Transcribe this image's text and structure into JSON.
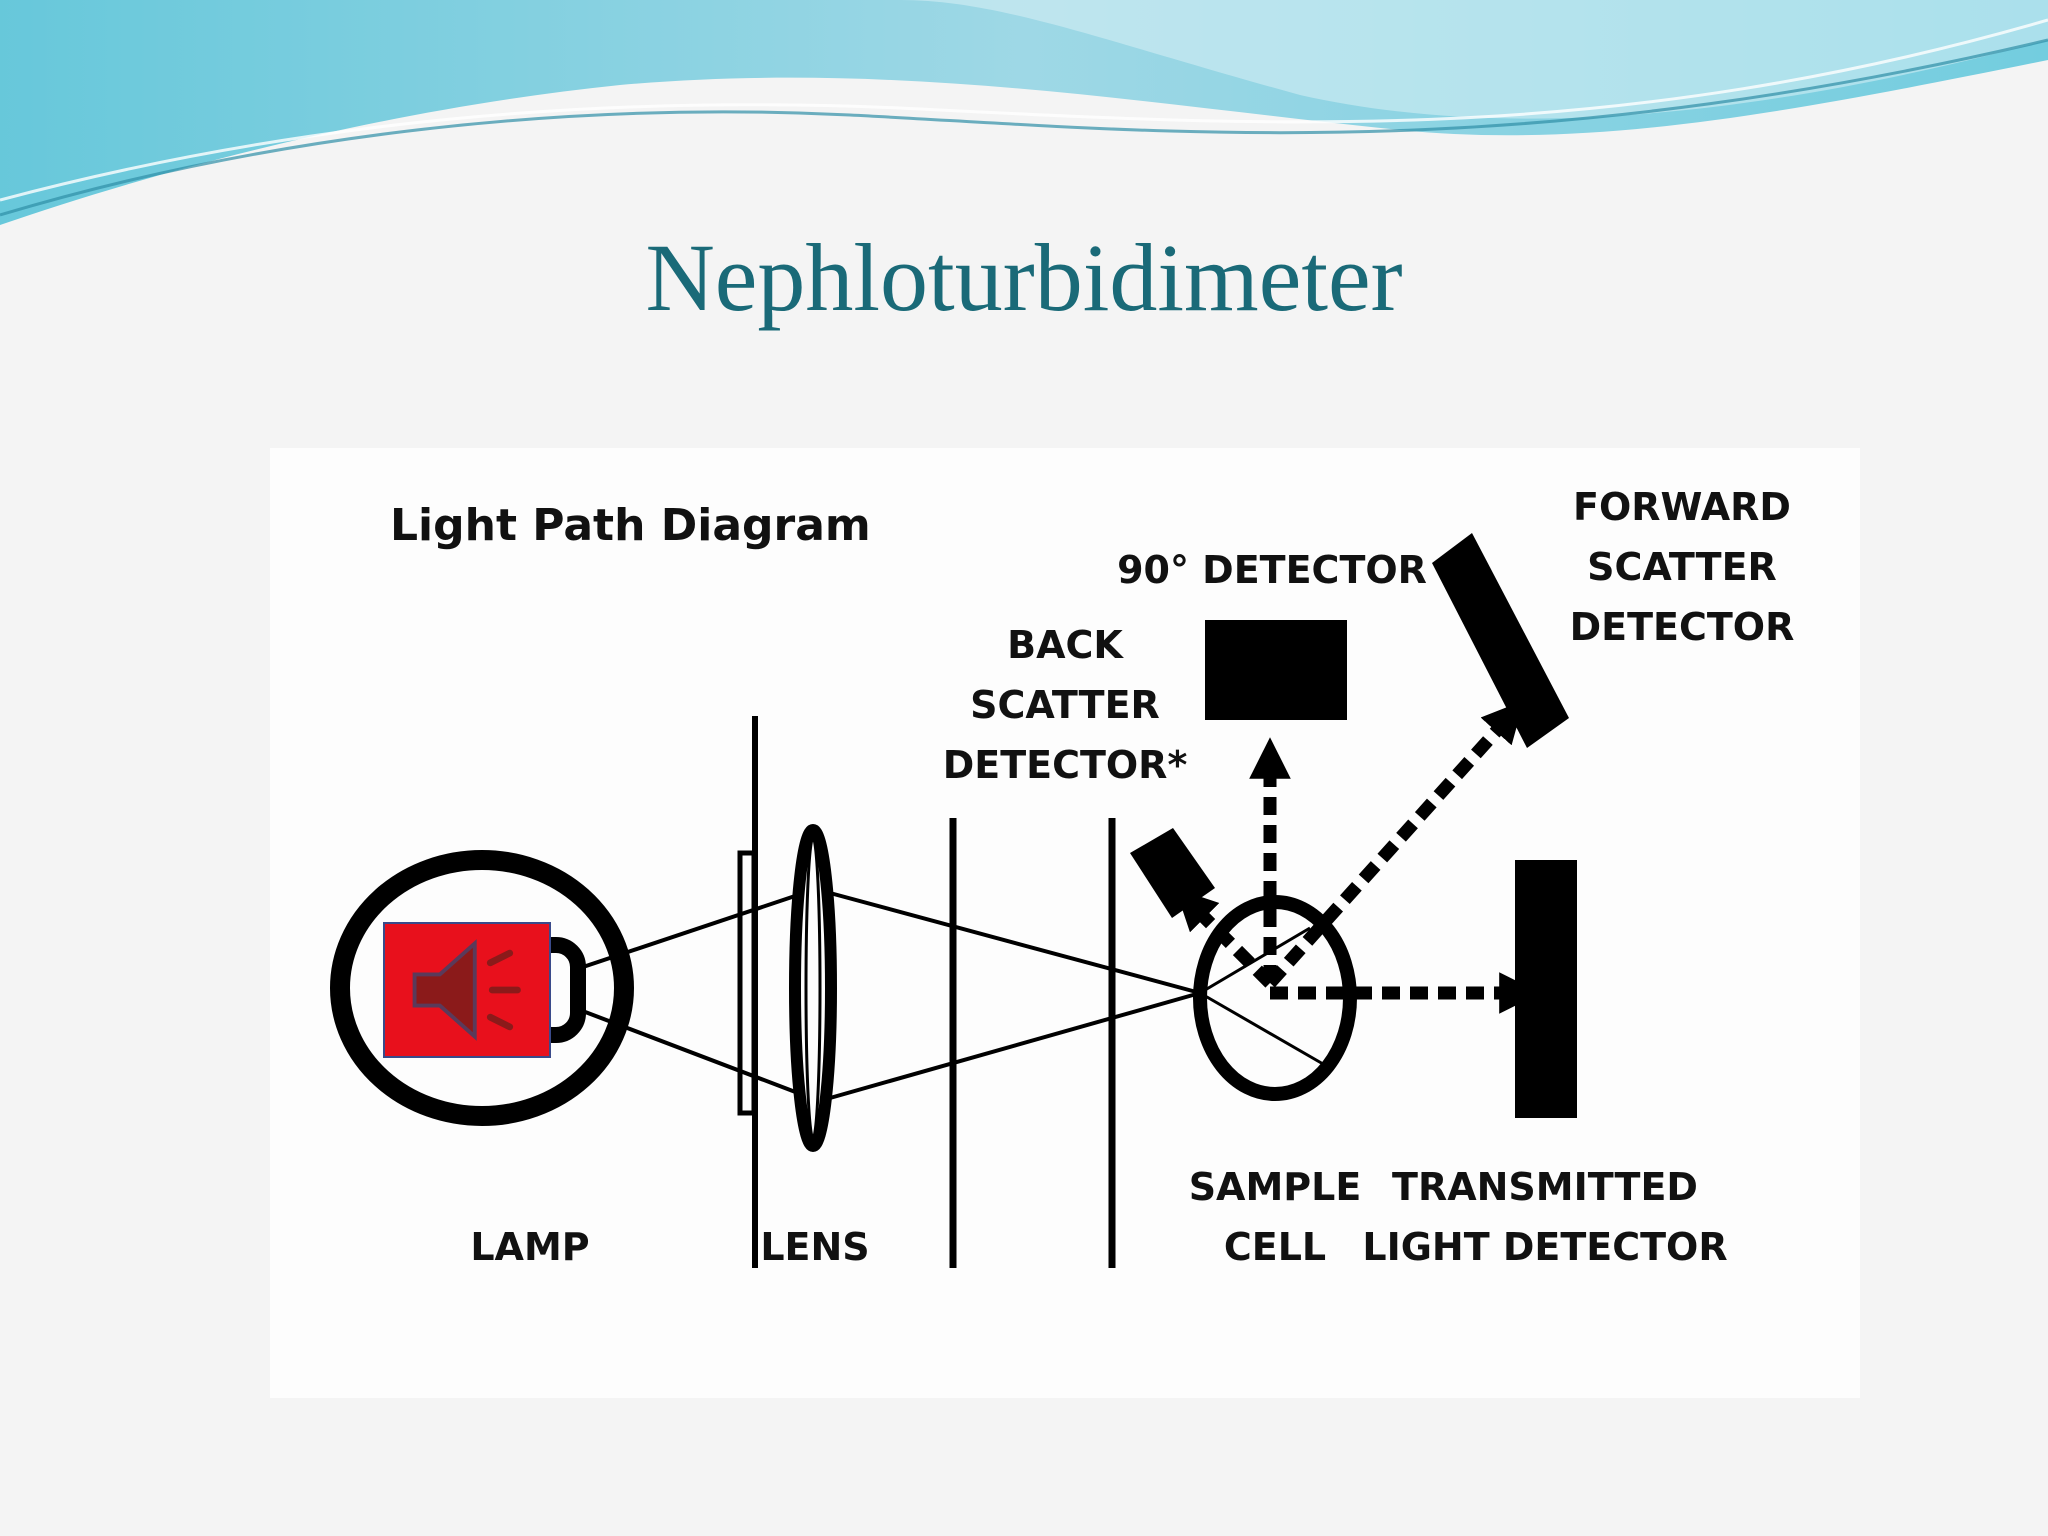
{
  "slide": {
    "title": "Nephloturbidimeter"
  },
  "diagram": {
    "heading": "Light Path Diagram",
    "labels": {
      "lamp": "LAMP",
      "lens": "LENS",
      "sample_line1": "SAMPLE",
      "sample_line2": "CELL",
      "transmitted_line1": "TRANSMITTED",
      "transmitted_line2": "LIGHT DETECTOR",
      "ninety": "90° DETECTOR",
      "back_line1": "BACK",
      "back_line2": "SCATTER",
      "back_line3": "DETECTOR*",
      "forward_line1": "FORWARD",
      "forward_line2": "SCATTER",
      "forward_line3": "DETECTOR"
    }
  },
  "media": {
    "icon": "speaker-icon",
    "colors": {
      "fill": "#e8101c",
      "icon": "#8b1a1a",
      "border": "#3a4a8a"
    }
  },
  "colors": {
    "title": "#1a6a78",
    "wave_dark": "#4fb6cf",
    "wave_light": "#a6dde8"
  }
}
